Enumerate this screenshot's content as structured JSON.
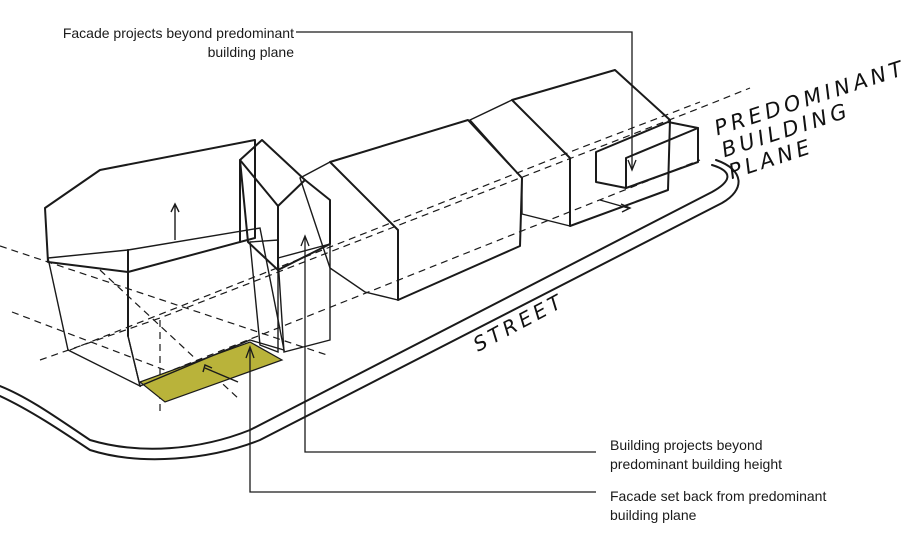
{
  "callouts": {
    "top": {
      "line1": "Facade projects beyond predominant",
      "line2": "building plane"
    },
    "middle": {
      "line1": "Building projects beyond",
      "line2": "predominant building height"
    },
    "bottom": {
      "line1": "Facade set back from predominant",
      "line2": "building plane"
    }
  },
  "labels": {
    "plane_line1": "PREDOMINANT",
    "plane_line2": "BUILDING",
    "plane_line3": "PLANE",
    "street": "STREET"
  },
  "colors": {
    "highlight": "#b9b33a",
    "wall_gray": "#bdbdbd",
    "wall_light": "#e6e6e6",
    "ink": "#1a1a1a"
  }
}
